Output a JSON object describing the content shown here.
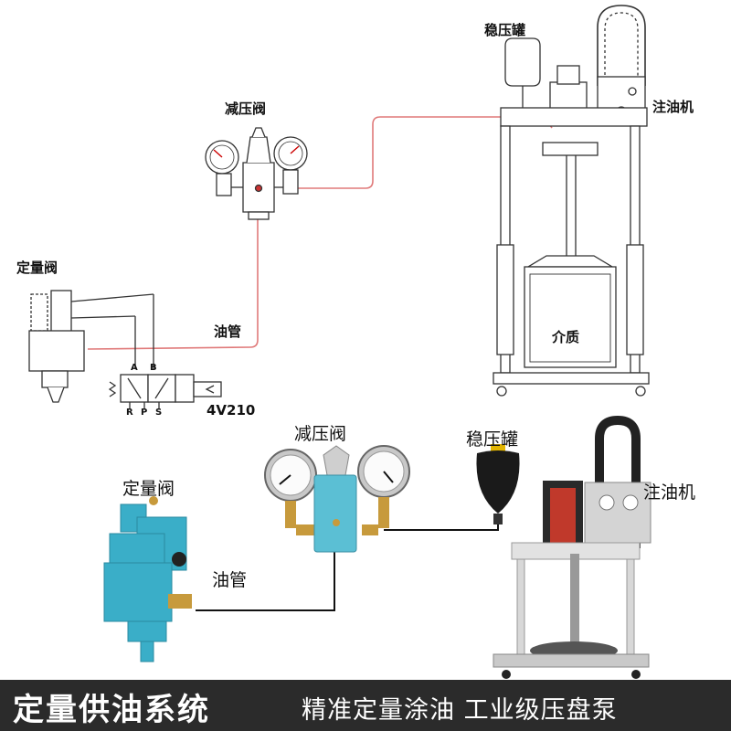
{
  "schematic": {
    "tank_label": "稳压罐",
    "injector_label": "注油机",
    "reducer_label": "减压阀",
    "metering_label": "定量阀",
    "pipe_label": "油管",
    "medium_label": "介质",
    "solenoid_label": "4V210",
    "port_a": "A",
    "port_b": "B",
    "port_r": "R",
    "port_p": "P",
    "port_s": "S"
  },
  "photo": {
    "reducer_label": "减压阀",
    "tank_label": "稳压罐",
    "metering_label": "定量阀",
    "injector_label": "注油机",
    "pipe_label": "油管"
  },
  "footer": {
    "title": "定量供油系统",
    "subtitle": "精准定量涂油  工业级压盘泵"
  },
  "colors": {
    "pipe_red": "#e07a7a",
    "pipe_black": "#111111",
    "metering_blue": "#3aaec8",
    "reducer_blue": "#5bbfd4",
    "footer_bg": "#2b2b2b"
  }
}
